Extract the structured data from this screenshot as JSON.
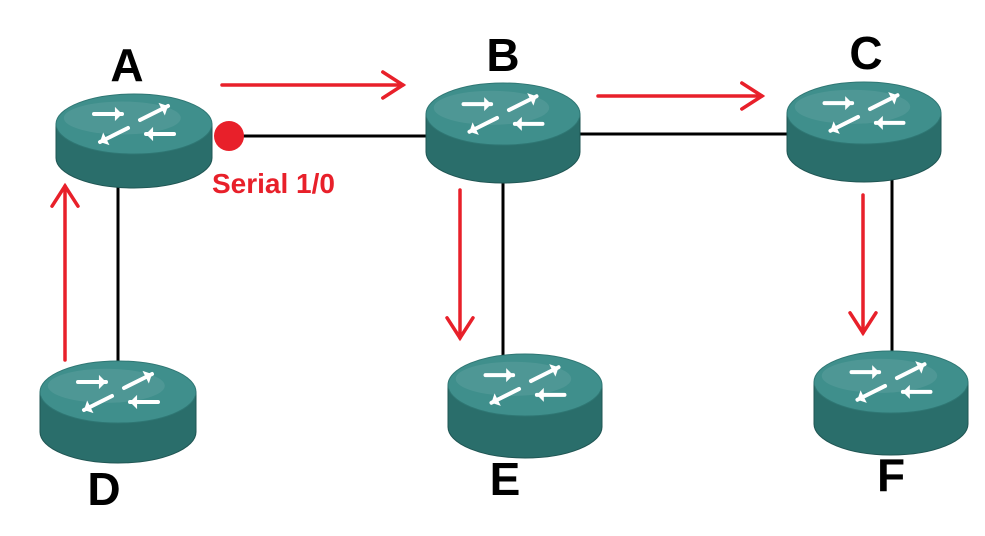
{
  "colors": {
    "router_top": "#3f8f8c",
    "router_side": "#2a6e6b",
    "link": "#000000",
    "arrow": "#e8202a",
    "port_dot": "#e8202a",
    "port_text": "#e8202a"
  },
  "routers": [
    {
      "id": "A",
      "label": "A"
    },
    {
      "id": "B",
      "label": "B"
    },
    {
      "id": "C",
      "label": "C"
    },
    {
      "id": "D",
      "label": "D"
    },
    {
      "id": "E",
      "label": "E"
    },
    {
      "id": "F",
      "label": "F"
    }
  ],
  "links": [
    {
      "from": "A",
      "to": "B"
    },
    {
      "from": "B",
      "to": "C"
    },
    {
      "from": "A",
      "to": "D"
    },
    {
      "from": "B",
      "to": "E"
    },
    {
      "from": "C",
      "to": "F"
    }
  ],
  "flow_arrows": [
    {
      "from": "D",
      "to": "A"
    },
    {
      "from": "A",
      "to": "B"
    },
    {
      "from": "B",
      "to": "C"
    },
    {
      "from": "B",
      "to": "E"
    },
    {
      "from": "C",
      "to": "F"
    }
  ],
  "interface": {
    "router": "A",
    "label": "Serial 1/0",
    "icon": "port-dot-icon"
  }
}
